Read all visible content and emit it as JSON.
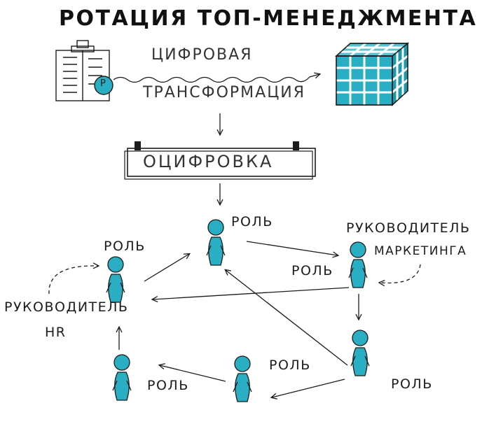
{
  "title": "РОТАЦИЯ ТОП-МЕНЕДЖМЕНТА",
  "process": {
    "line1": "ЦИФРОВАЯ",
    "line2": "ТРАНСФОРМАЦИЯ"
  },
  "banner": "ОЦИФРОВКА",
  "building_badge": "P",
  "roles": {
    "role_top": "РОЛЬ",
    "role_left": "РОЛЬ",
    "marketing_line1": "РУКОВОДИТЕЛЬ",
    "marketing_line2": "МАРКЕТИНГА",
    "role_mid_right": "РОЛЬ",
    "hr_line1": "РУКОВОДИТЕЛЬ",
    "hr_line2": "HR",
    "role_bottom_right": "РОЛЬ",
    "role_bottom_mid": "РОЛЬ",
    "role_bottom_left": "РОЛЬ"
  },
  "colors": {
    "ink": "#1c1c1c",
    "accent": "#2aaec3"
  }
}
